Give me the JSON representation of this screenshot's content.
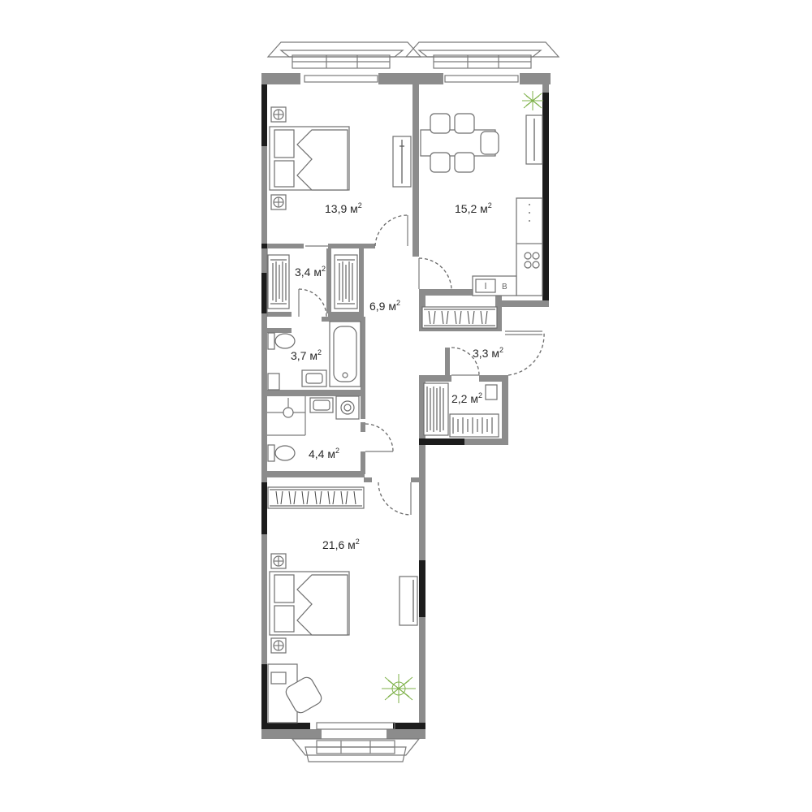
{
  "plan": {
    "rooms": [
      {
        "id": "bedroom-1",
        "area": "13,9",
        "unit": "м",
        "exp": "2"
      },
      {
        "id": "kitchen-living",
        "area": "15,2",
        "unit": "м",
        "exp": "2"
      },
      {
        "id": "wardrobe-1",
        "area": "3,4",
        "unit": "м",
        "exp": "2"
      },
      {
        "id": "hallway",
        "area": "6,9",
        "unit": "м",
        "exp": "2"
      },
      {
        "id": "bathroom-1",
        "area": "3,7",
        "unit": "м",
        "exp": "2"
      },
      {
        "id": "vestibule",
        "area": "3,3",
        "unit": "м",
        "exp": "2"
      },
      {
        "id": "storage",
        "area": "2,2",
        "unit": "м",
        "exp": "2"
      },
      {
        "id": "bathroom-2",
        "area": "4,4",
        "unit": "м",
        "exp": "2"
      },
      {
        "id": "bedroom-2",
        "area": "21,6",
        "unit": "м",
        "exp": "2"
      }
    ],
    "colors": {
      "wall": "#8c8c8c",
      "exterior_wall": "#1c1c1c",
      "plant": "#7fb24a"
    }
  }
}
